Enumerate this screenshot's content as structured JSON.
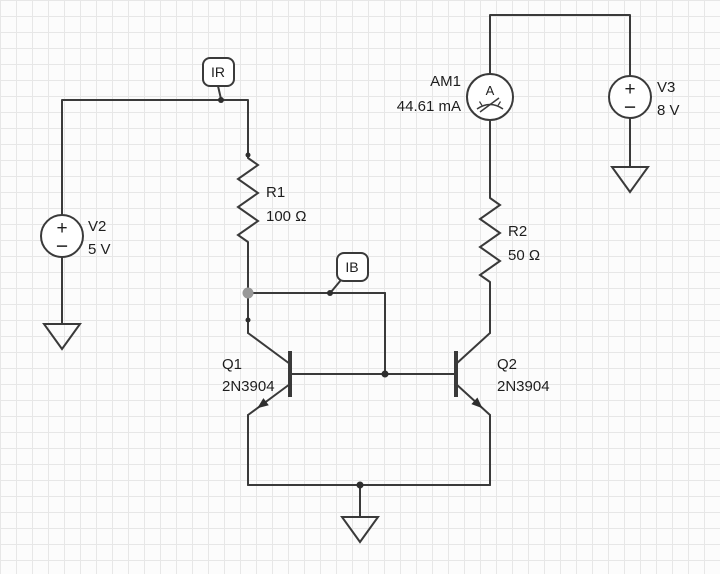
{
  "colors": {
    "wire": "#3a3a3a",
    "text": "#1e1e1e",
    "grid": "#e7e7e7",
    "canvas": "#fcfcfc",
    "node_highlight": "#979797"
  },
  "components": {
    "V2": {
      "label": "V2",
      "value": "5 V"
    },
    "V3": {
      "label": "V3",
      "value": "8 V"
    },
    "R1": {
      "label": "R1",
      "value": "100 Ω"
    },
    "R2": {
      "label": "R2",
      "value": "50 Ω"
    },
    "AM1": {
      "label": "AM1",
      "value": "44.61 mA",
      "meter_symbol": "A"
    },
    "Q1": {
      "label": "Q1",
      "part": "2N3904"
    },
    "Q2": {
      "label": "Q2",
      "part": "2N3904"
    }
  },
  "probes": {
    "IR": {
      "label": "IR"
    },
    "IB": {
      "label": "IB"
    }
  },
  "glyphs": {
    "plus": "+",
    "minus": "−"
  }
}
